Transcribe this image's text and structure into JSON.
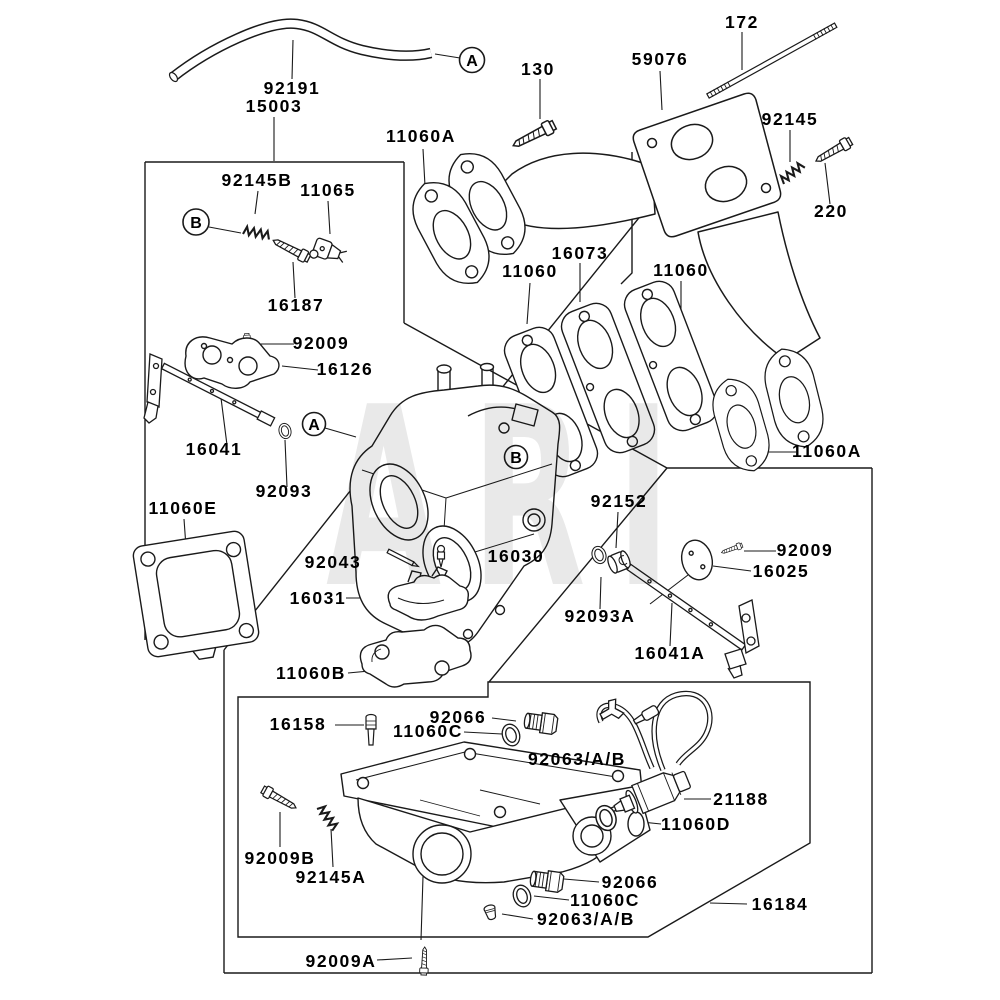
{
  "title": "Carburetor parts diagram",
  "watermark": "ARI",
  "colors": {
    "line": "#1a1a1a",
    "label": "#000000",
    "watermark": "#e9e9e9",
    "background": "#ffffff"
  },
  "callouts": {
    "a": "A",
    "b": "B"
  },
  "labels": {
    "hose_92191": "92191",
    "assy_15003": "15003",
    "bolt_130": "130",
    "manifold_59076": "59076",
    "stud_172": "172",
    "spring_92145": "92145",
    "screw_220": "220",
    "gasket_11060a": "11060A",
    "spring_92145b": "92145B",
    "valve_11065": "11065",
    "screw_16187": "16187",
    "gasket_11060": "11060",
    "insulator_16073": "16073",
    "screw_92009": "92009",
    "plate_16126": "16126",
    "shaft_16041": "16041",
    "washer_92093": "92093",
    "gasket_11060e": "11060E",
    "rod_92043": "92043",
    "float_16031": "16031",
    "gasket_11060b": "11060B",
    "valve_16030": "16030",
    "collar_92152": "92152",
    "washer_92093a": "92093A",
    "valve_16025": "16025",
    "shaft_16041a": "16041A",
    "jet_16158": "16158",
    "plug_92066": "92066",
    "gasket_11060c": "11060C",
    "jet_92063": "92063/A/B",
    "solenoid_21188": "21188",
    "gasket_11060d": "11060D",
    "screw_92009b": "92009B",
    "spring_92145a": "92145A",
    "body_16184": "16184",
    "screw_92009a": "92009A"
  }
}
